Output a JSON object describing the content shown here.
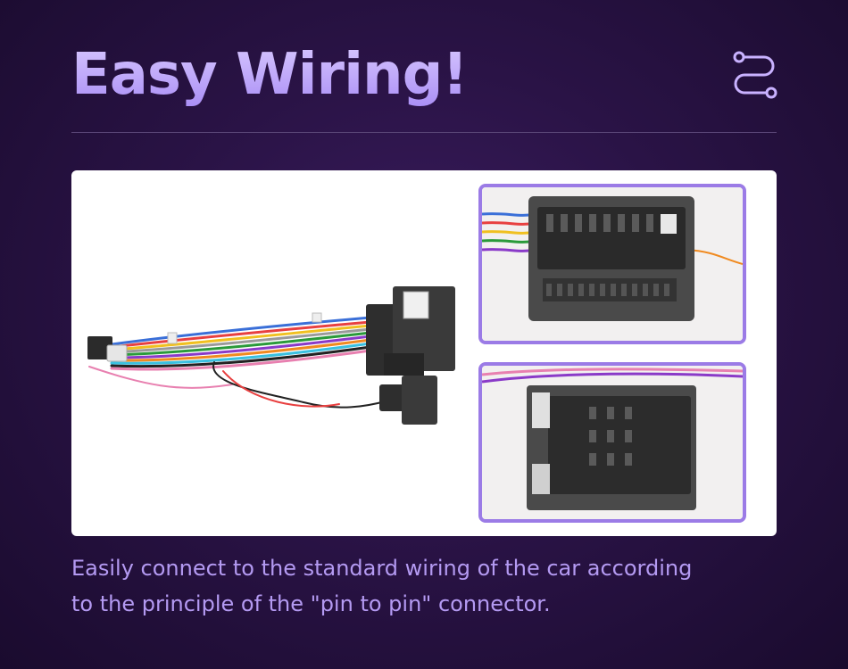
{
  "header": {
    "title": "Easy Wiring!",
    "icon": "route-icon"
  },
  "caption": {
    "line1": "Easily connect to the standard wiring of the car according",
    "line2": "to the principle of the \"pin to pin\" connector."
  },
  "colors": {
    "background": "#2a1346",
    "accent": "#9b7be6",
    "caption_text": "#b49af2",
    "title_gradient_top": "#d9c9ff",
    "title_gradient_bottom": "#a88cf5"
  },
  "images": {
    "main": "wiring-harness-photo",
    "inset_top": "connector-large-closeup",
    "inset_bottom": "connector-small-closeup"
  }
}
